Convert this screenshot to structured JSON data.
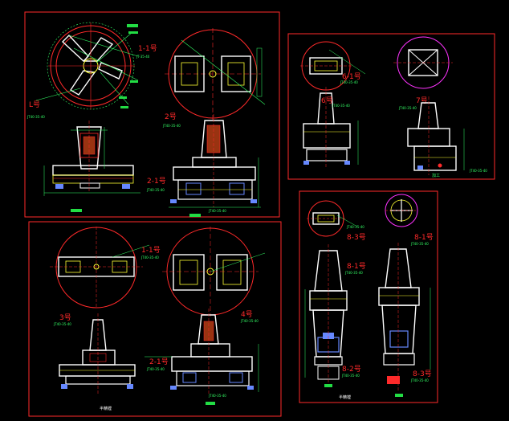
{
  "colors": {
    "background": "#000000",
    "frame": "#ff2a2a",
    "part": "#ffffff",
    "detail": "#ffff33",
    "dimension": "#33ff66",
    "accent": "#6688ff",
    "magenta": "#ff33ff",
    "label_fill": "#22dd44"
  },
  "drawings": {
    "panel_a": {
      "view_1_label": "1-1号",
      "view_1_code": "JT-35-40",
      "view_L_label": "L号",
      "view_L_code": "JT40-35-40",
      "view_2_label": "2号",
      "view_2_code": "JT40-35-40",
      "view_21_label": "2-1号",
      "view_21_code": "JT40-35-40",
      "base_code": "JT40-35-40"
    },
    "panel_b": {
      "view_6_label": "6号",
      "view_6_code": "JT40-35-40",
      "view_61_label": "6-1号",
      "view_61_code": "JT40-35-40",
      "view_7_label": "7号",
      "view_7_code": "JT40-35-40",
      "view_7_base_code": "JT40-35-40",
      "base_caption": "加工"
    },
    "panel_c": {
      "view_11_label": "1-1号",
      "view_11_code": "JT40-35-40",
      "view_3_label": "3号",
      "view_3_code": "JT40-35-40",
      "view_4_label": "4号",
      "view_4_code": "JT40-35-40",
      "view_21_label": "2-1号",
      "view_21_code": "JT40-35-40",
      "base_code": "JT40-35-40",
      "caption": "半精镗"
    },
    "panel_d": {
      "view_83_label": "8-3号",
      "view_83_code": "JT40-35-40",
      "view_81_label": "8-1号",
      "view_81_code": "JT40-35-40",
      "view_8_label": "8-1号",
      "view_8_code": "JT40-35-40",
      "view_82_label": "8-2号",
      "view_82_code": "JT40-35-40",
      "view_833_label": "8-3号",
      "view_833_code": "JT40-35-40",
      "caption": "半精镗"
    }
  }
}
